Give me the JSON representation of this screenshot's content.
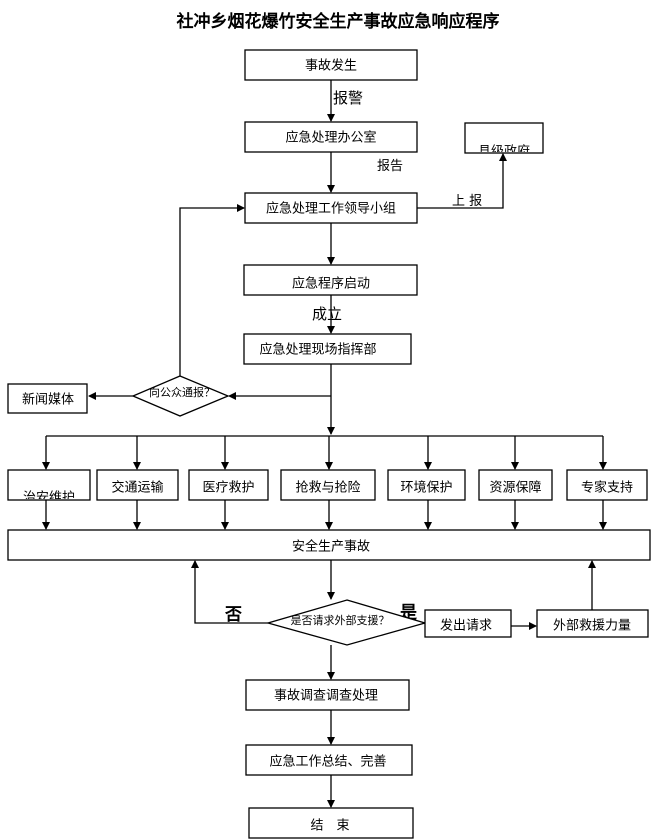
{
  "title": "社冲乡烟花爆竹安全生产事故应急响应程序",
  "nodes": {
    "accident": "事故发生",
    "office": "应急处理办公室",
    "superior": "县级政府",
    "leader_group": "应急处理工作领导小组",
    "start": "应急程序启动",
    "command": "应急处理现场指挥部",
    "public_notice": "向公众通报？",
    "media": "新闻媒体",
    "branches": [
      "治安维护",
      "交通运输",
      "医疗救护",
      "抢救与抢险",
      "环境保护",
      "资源保障",
      "专家支持"
    ],
    "safety_accident": "安全生产事故",
    "request_decision": "是否请求外部支援？",
    "send_request": "发出请求",
    "external_rescue": "外部救援力量",
    "investigation": "事故调查调查处理",
    "summary": "应急工作总结、完善",
    "end": "结　束"
  },
  "edge_labels": {
    "alarm": "报警",
    "report": "报告",
    "report_up": "上 报",
    "establish": "成立",
    "no": "否",
    "yes": "是"
  }
}
